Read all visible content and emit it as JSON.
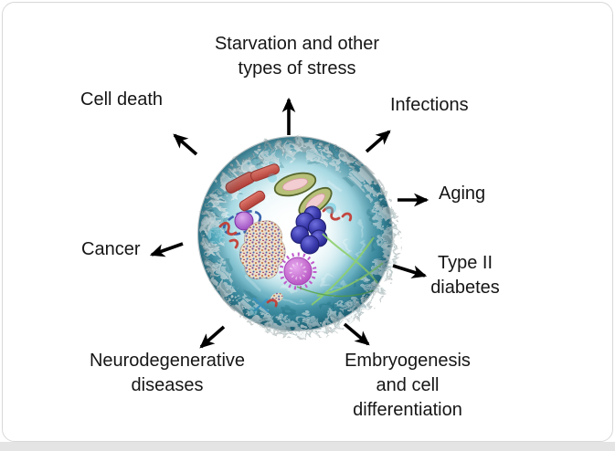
{
  "page": {
    "background_color": "#ffffff",
    "card_background": "#ffffff",
    "card_border_color": "#d8d8d8",
    "bottom_strip_color": "#e4e4e4"
  },
  "diagram": {
    "labels": {
      "starvation": {
        "line1": "Starvation and other",
        "line2": "types of stress"
      },
      "cell_death": {
        "text": "Cell death"
      },
      "infections": {
        "text": "Infections"
      },
      "aging": {
        "text": "Aging"
      },
      "type2_diabetes": {
        "line1": "Type II",
        "line2": "diabetes"
      },
      "embryogenesis": {
        "line1": "Embryogenesis",
        "line2": "and cell",
        "line3": "differentiation"
      },
      "neurodegenerative": {
        "line1": "Neurodegenerative",
        "line2": "diseases"
      },
      "cancer": {
        "text": "Cancer"
      }
    },
    "colors": {
      "label_text": "#161616",
      "arrow": "#000000",
      "cell_teal": "#2b8da1",
      "cell_edge": "#1f6e84",
      "membrane_white": "#f4f8f9"
    }
  }
}
